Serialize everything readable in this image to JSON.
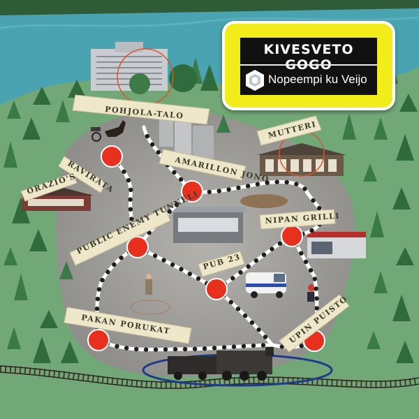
{
  "badge": {
    "title": "KIVESVETO GOGO",
    "subtitle": "Nopeempi ku Veijo"
  },
  "places": [
    {
      "key": "pohjola",
      "name": "POHJOLA-TALO"
    },
    {
      "key": "mutteri",
      "name": "MUTTERI"
    },
    {
      "key": "ravirata",
      "name": "RAVIRATA"
    },
    {
      "key": "amarillon",
      "name": "AMARILLON JONO"
    },
    {
      "key": "orazios",
      "name": "ORAZIO'S"
    },
    {
      "key": "publicenemy",
      "name": "PUBLIC ENEMY TUNNELI"
    },
    {
      "key": "nipan",
      "name": "NIPAN GRILLI"
    },
    {
      "key": "pub23",
      "name": "PUB 23"
    },
    {
      "key": "pakan",
      "name": "PAKAN PORUKAT"
    },
    {
      "key": "upin",
      "name": "UPIN PUISTO"
    }
  ],
  "colors": {
    "water": "#4fa8b4",
    "grass": "#6fa873",
    "plaza": "#a9a7a2",
    "stop": "#e8301f",
    "route": "#ffffff",
    "forest": "#2f6b3c",
    "badge": "#f3ec1b"
  },
  "icons": [
    "hexagon-logo-icon",
    "train-icon",
    "police-van-icon",
    "harness-horse-icon"
  ]
}
